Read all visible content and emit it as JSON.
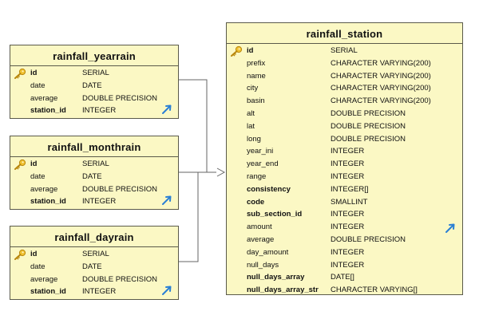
{
  "tables": {
    "yearrain": {
      "title": "rainfall_yearrain",
      "columns": [
        {
          "name": "id",
          "type": "SERIAL",
          "pk": true
        },
        {
          "name": "date",
          "type": "DATE"
        },
        {
          "name": "average",
          "type": "DOUBLE PRECISION"
        },
        {
          "name": "station_id",
          "type": "INTEGER",
          "bold": true
        }
      ]
    },
    "monthrain": {
      "title": "rainfall_monthrain",
      "columns": [
        {
          "name": "id",
          "type": "SERIAL",
          "pk": true
        },
        {
          "name": "date",
          "type": "DATE"
        },
        {
          "name": "average",
          "type": "DOUBLE PRECISION"
        },
        {
          "name": "station_id",
          "type": "INTEGER",
          "bold": true
        }
      ]
    },
    "dayrain": {
      "title": "rainfall_dayrain",
      "columns": [
        {
          "name": "id",
          "type": "SERIAL",
          "pk": true
        },
        {
          "name": "date",
          "type": "DATE"
        },
        {
          "name": "average",
          "type": "DOUBLE PRECISION"
        },
        {
          "name": "station_id",
          "type": "INTEGER",
          "bold": true
        }
      ]
    },
    "station": {
      "title": "rainfall_station",
      "columns": [
        {
          "name": "id",
          "type": "SERIAL",
          "pk": true
        },
        {
          "name": "prefix",
          "type": "CHARACTER VARYING(200)"
        },
        {
          "name": "name",
          "type": "CHARACTER VARYING(200)"
        },
        {
          "name": "city",
          "type": "CHARACTER VARYING(200)"
        },
        {
          "name": "basin",
          "type": "CHARACTER VARYING(200)"
        },
        {
          "name": "alt",
          "type": "DOUBLE PRECISION"
        },
        {
          "name": "lat",
          "type": "DOUBLE PRECISION"
        },
        {
          "name": "long",
          "type": "DOUBLE PRECISION"
        },
        {
          "name": "year_ini",
          "type": "INTEGER"
        },
        {
          "name": "year_end",
          "type": "INTEGER"
        },
        {
          "name": "range",
          "type": "INTEGER"
        },
        {
          "name": "consistency",
          "type": "INTEGER[]",
          "bold": true
        },
        {
          "name": "code",
          "type": "SMALLINT",
          "bold": true
        },
        {
          "name": "sub_section_id",
          "type": "INTEGER",
          "bold": true
        },
        {
          "name": "amount",
          "type": "INTEGER"
        },
        {
          "name": "average",
          "type": "DOUBLE PRECISION"
        },
        {
          "name": "day_amount",
          "type": "INTEGER"
        },
        {
          "name": "null_days",
          "type": "INTEGER"
        },
        {
          "name": "null_days_array",
          "type": "DATE[]",
          "bold": true
        },
        {
          "name": "null_days_array_str",
          "type": "CHARACTER VARYING[]",
          "bold": true
        }
      ]
    }
  },
  "icons": {
    "primary_key": "key-icon",
    "edit": "edit-arrow-icon"
  },
  "colors": {
    "table_fill": "#fbf8c4",
    "key": "#e0a420",
    "edit_arrow": "#2a7fd4",
    "connector": "#666666"
  }
}
